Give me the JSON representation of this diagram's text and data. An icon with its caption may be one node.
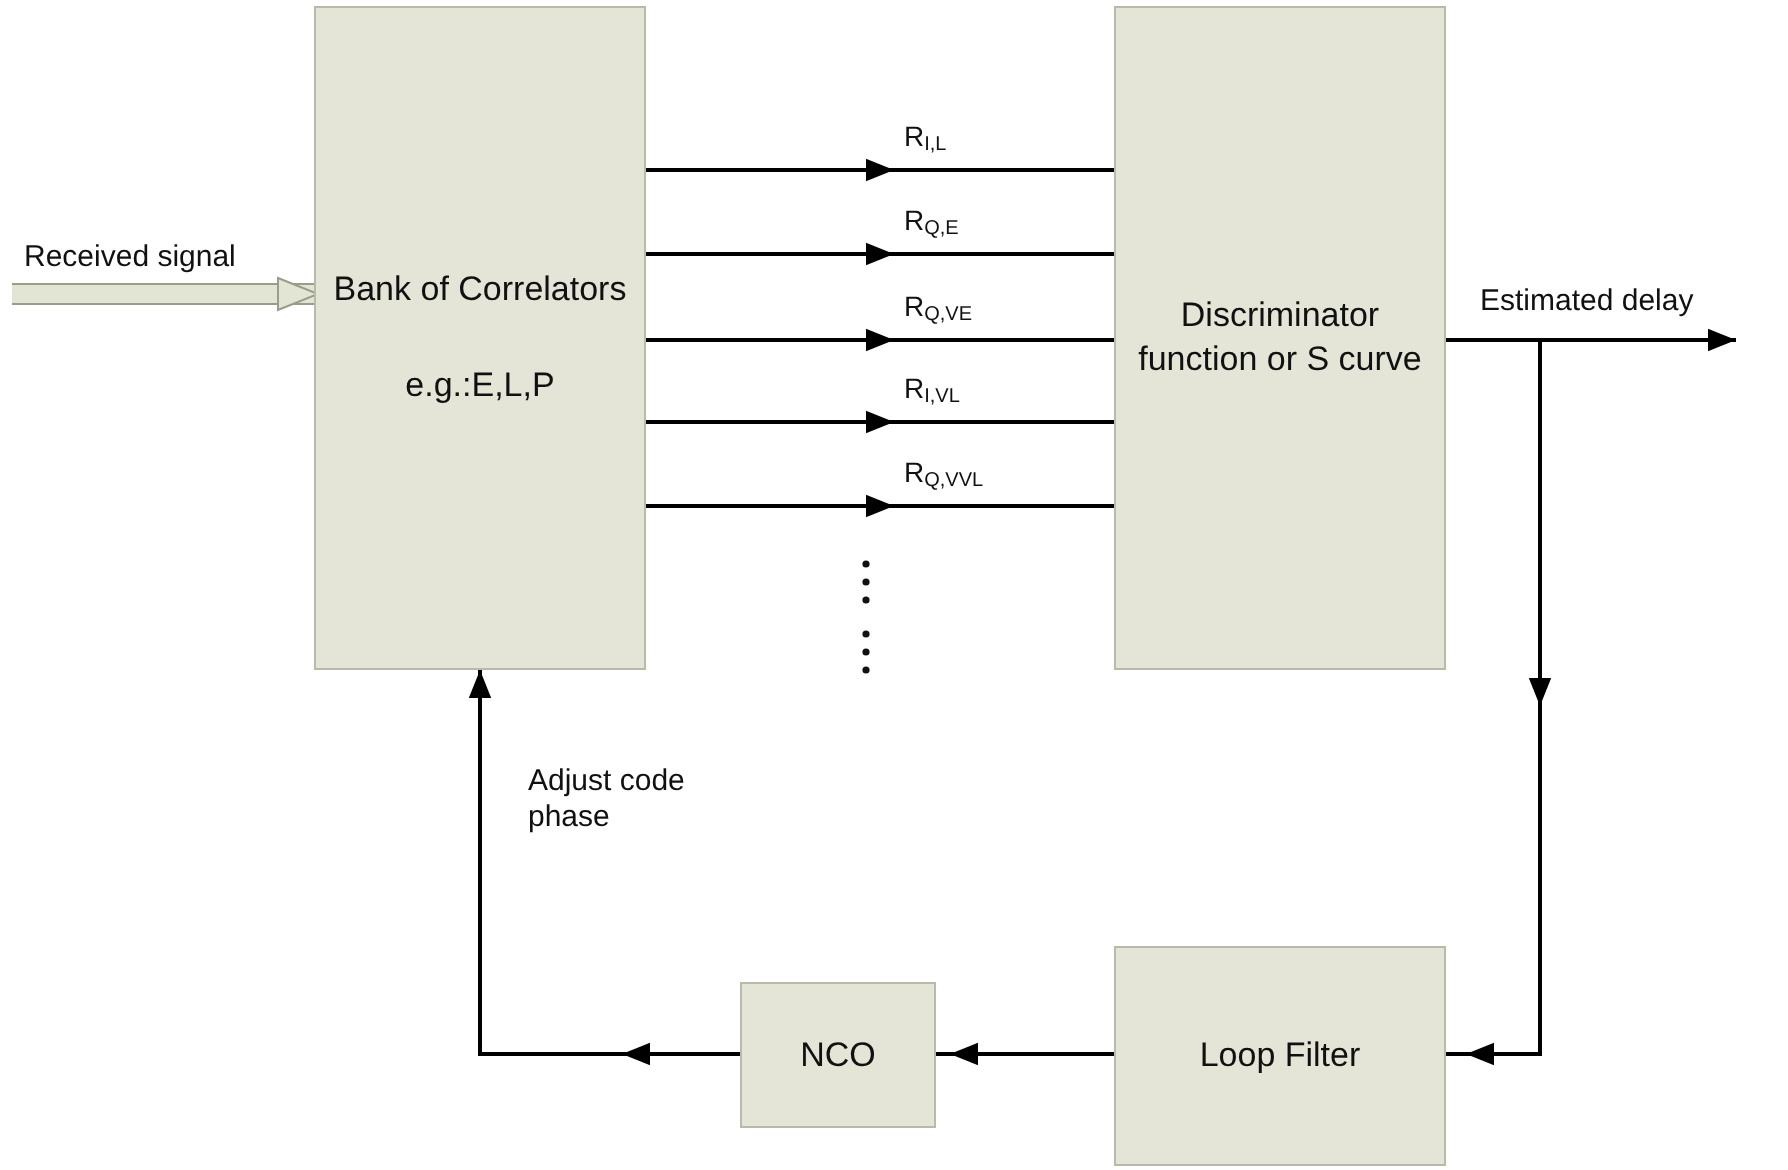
{
  "diagram": {
    "nodes": [
      {
        "text": [
          "Bank of Correlators",
          "e.g.:E,L,P"
        ]
      },
      {
        "text": [
          "Discriminator function or S curve"
        ]
      },
      {
        "text": [
          "Loop Filter"
        ]
      },
      {
        "text": [
          "NCO"
        ]
      }
    ],
    "edges": [
      {
        "from": null,
        "to": 0,
        "arrow": "to",
        "label": "Received signal",
        "style": "thick",
        "color": "#e2e5d3"
      },
      {
        "from": 0,
        "to": 1,
        "arrow": "to",
        "label": "R$_{I,L}$"
      },
      {
        "from": 0,
        "to": 1,
        "arrow": "to",
        "label": "R$_{Q,E}$"
      },
      {
        "from": 0,
        "to": 1,
        "arrow": "to",
        "label": "R$_{Q,VE}$"
      },
      {
        "from": 0,
        "to": 1,
        "arrow": "to",
        "label": "R$_{I,VL}$"
      },
      {
        "from": 0,
        "to": 1,
        "arrow": "to",
        "label": "R$_{Q,VVL}$"
      },
      {
        "from": 1,
        "to": null,
        "arrow": "to",
        "label": "Estimated delay"
      },
      {
        "from": 1,
        "to": 2,
        "arrow": "to"
      },
      {
        "from": 2,
        "to": 3,
        "arrow": "to"
      },
      {
        "from": 3,
        "to": 0,
        "arrow": "to",
        "label": "Adjust code phase"
      }
    ]
  }
}
